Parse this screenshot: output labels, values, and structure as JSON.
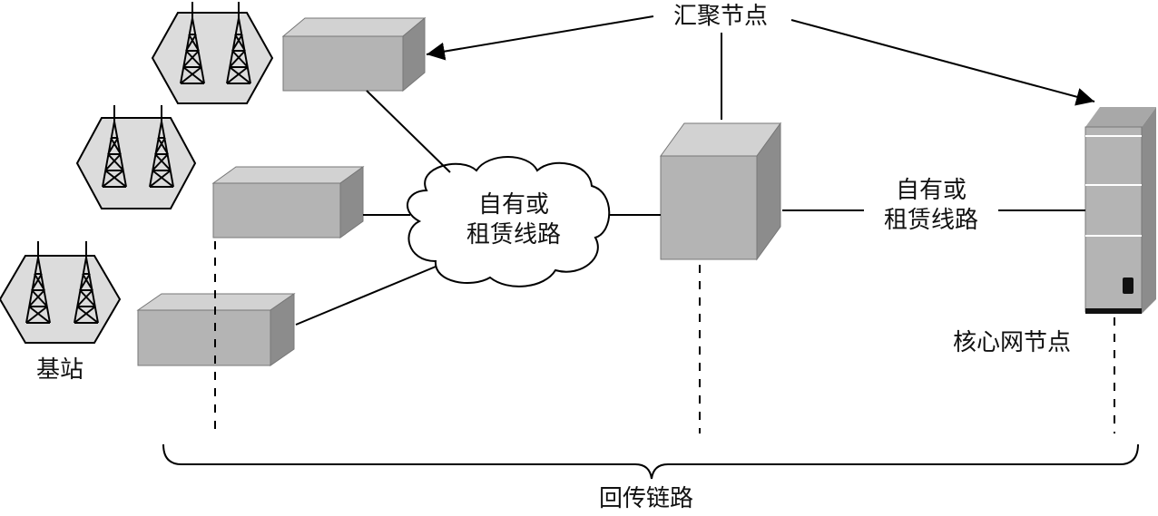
{
  "labels": {
    "aggregation_node": "汇聚节点",
    "cloud_line1": "自有或",
    "cloud_line2": "租赁线路",
    "link_line1": "自有或",
    "link_line2": "租赁线路",
    "base_station": "基站",
    "core_node": "核心网节点",
    "backhaul": "回传链路"
  },
  "colors": {
    "box_front": "#b4b4b4",
    "box_top": "#d2d2d2",
    "box_side": "#8c8c8c",
    "cell_fill": "#dcdcdc",
    "line": "#000000"
  }
}
